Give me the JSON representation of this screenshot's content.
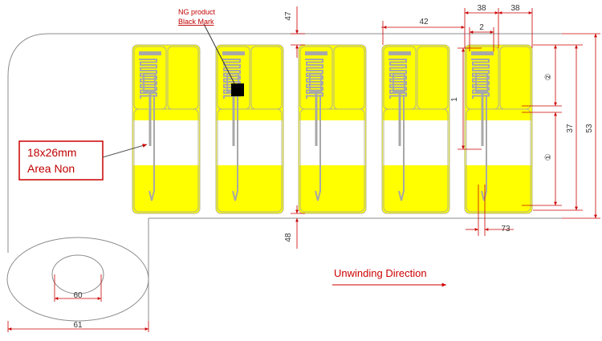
{
  "colors": {
    "label_yellow": "#ffff00",
    "label_edge": "#b5b58a",
    "antenna_gray": "#a8a8a8",
    "dimension_red": "#cc0000",
    "liner_gray": "#8c8c8c",
    "callout_red": "#cc0000",
    "black_mark": "#000000"
  },
  "annotations": {
    "ng_product_line1": "NG product",
    "ng_product_line2": "Black Mark",
    "area_line1": "18x26mm",
    "area_line2": "Area Non",
    "unwinding": "Unwinding Direction"
  },
  "dimensions": {
    "top_gap": "47",
    "bottom_gap": "48",
    "pitch": "42",
    "width_a": "38",
    "width_b": "38",
    "small_gap": "2",
    "inner_1": "1",
    "height_37": "37",
    "height_53": "53",
    "bottom_73": "73",
    "core_60": "60",
    "roll_61": "61",
    "zone_2": "②",
    "zone_1": "①"
  }
}
